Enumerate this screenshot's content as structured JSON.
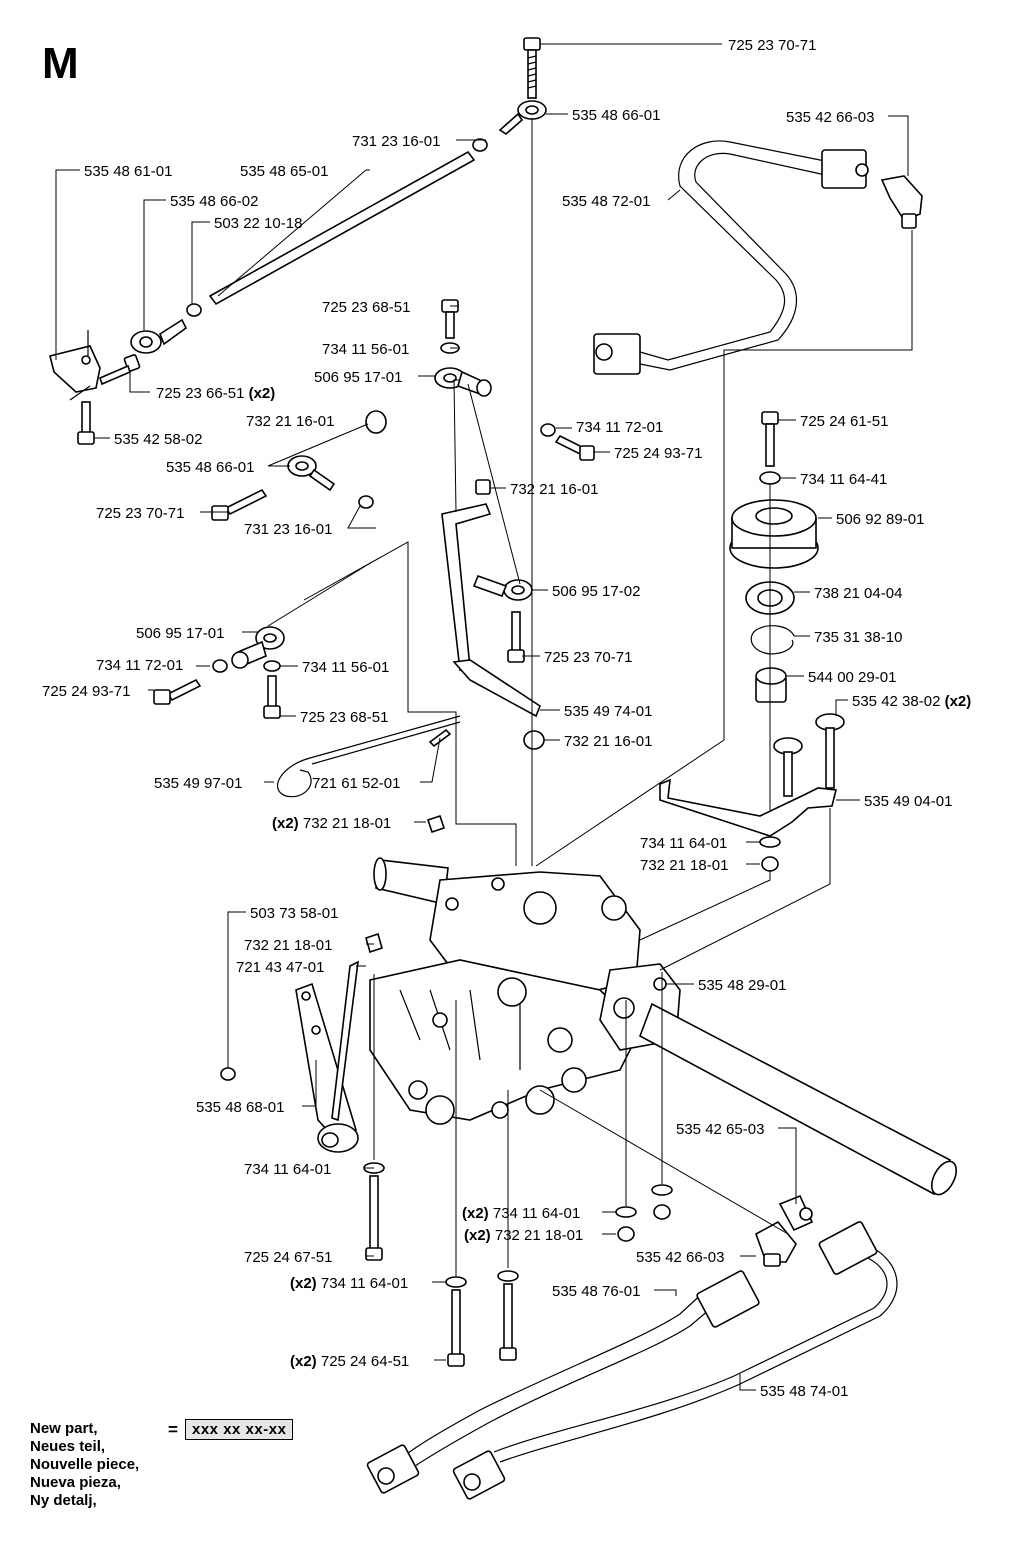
{
  "section_letter": "M",
  "labels": {
    "bolt_top": "725 23 70-71",
    "rod_end_top": "535 48 66-01",
    "nut_top": "731 23 16-01",
    "rod": "535 48 65-01",
    "bracket_left": "535 48 61-01",
    "rod_end_left": "535 48 66-02",
    "spacer_left": "503 22 10-18",
    "bolt_left_qty": "(x2)",
    "bolt_left": "725 23 66-51",
    "bolt_bracket": "535 42 58-02",
    "bolt_mid": "725 23 68-51",
    "washer_mid": "734 11 56-01",
    "ball_joint_mid": "506 95 17-01",
    "washer_mid_b": "734 11 72-01",
    "bolt_mid_b": "725 24 93-71",
    "nut_mid": "732 21 16-01",
    "rod_end_mid": "535 48 66-01",
    "bolt_mid_c": "725 23 70-71",
    "nut_mid_b": "731 23 16-01",
    "nut_arm": "732 21 16-01",
    "ball_joint_arm": "506 95 17-02",
    "bolt_arm": "725 23 70-71",
    "arm": "535 49 74-01",
    "nut_arm_b": "732 21 16-01",
    "ball_joint_left": "506 95 17-01",
    "washer_left": "734 11 72-01",
    "washer_left_b": "734 11 56-01",
    "bolt_left_b": "725 24 93-71",
    "bolt_left_c": "725 23 68-51",
    "spring": "535 49 97-01",
    "pin": "721 61 52-01",
    "nut_trans_qty": "(x2)",
    "nut_trans": "732 21 18-01",
    "pipe_fitting_top": "535 42 66-03",
    "pipe_top": "535 48 72-01",
    "bolt_pulley": "725 24 61-51",
    "washer_pulley": "734 11 64-41",
    "pulley": "506 92 89-01",
    "bearing": "738 21 04-04",
    "circlip": "735 31 38-10",
    "bushing": "544 00 29-01",
    "bolt_bracket_r_qty": "(x2)",
    "bolt_bracket_r": "535 42 38-02",
    "bracket_right": "535 49 04-01",
    "washer_bracket_r": "734 11 64-01",
    "nut_bracket_r": "732 21 18-01",
    "nut_small": "503 73 58-01",
    "nut_lever": "732 21 18-01",
    "pin_lever": "721 43 47-01",
    "axle": "535 48 29-01",
    "lever": "535 48 68-01",
    "washer_lever": "734 11 64-01",
    "bolt_lever": "725 24 67-51",
    "fitting_bottom": "535 42 65-03",
    "washer_bottom_qty": "(x2)",
    "washer_bottom": "734 11 64-01",
    "nut_bottom_qty": "(x2)",
    "nut_bottom": "732 21 18-01",
    "fitting_bottom_b": "535 42 66-03",
    "washer_bottom_b_qty": "(x2)",
    "washer_bottom_b": "734 11 64-01",
    "pipe_bottom": "535 48 76-01",
    "bolt_bottom_qty": "(x2)",
    "bolt_bottom": "725 24 64-51",
    "pipe_bottom_b": "535 48 74-01"
  },
  "legend": {
    "lines": [
      "New part,",
      "Neues teil,",
      "Nouvelle piece,",
      "Nueva pieza,",
      "Ny detalj,"
    ],
    "equals": "=",
    "placeholder": "xxx xx xx-xx"
  }
}
